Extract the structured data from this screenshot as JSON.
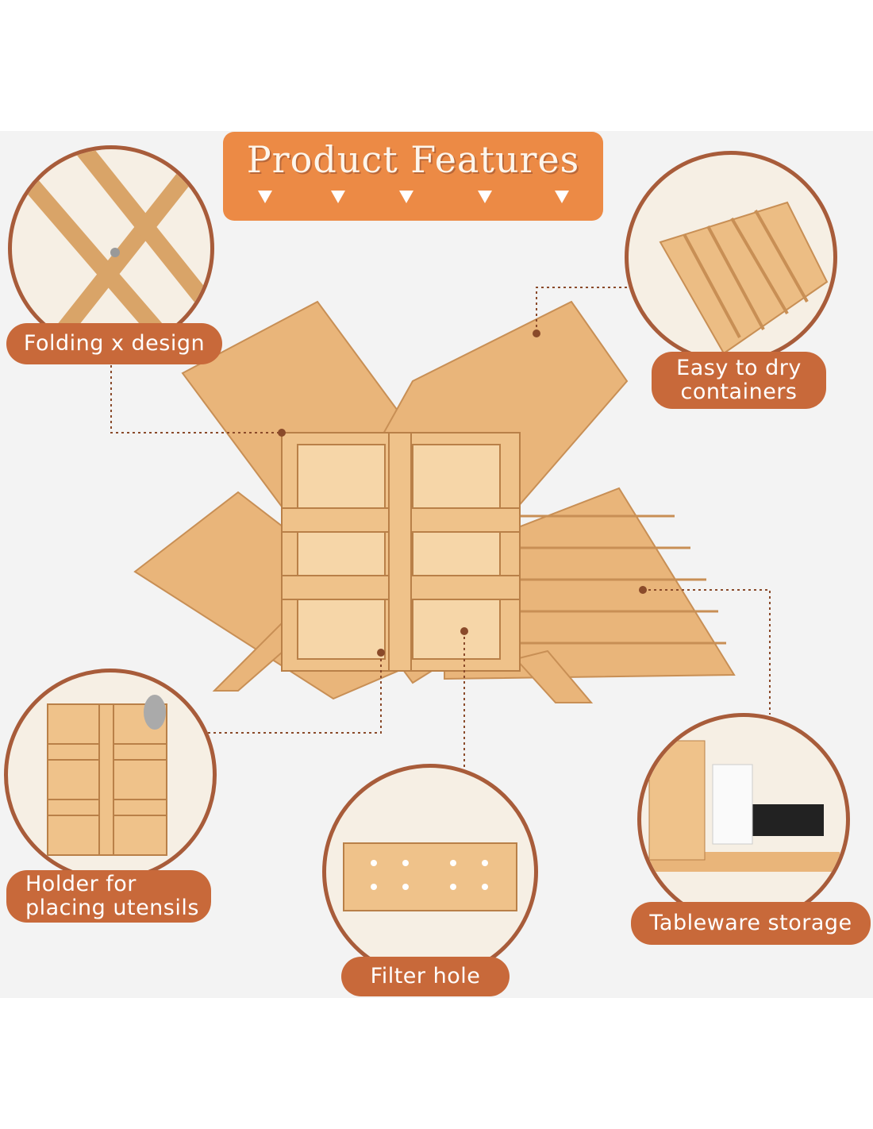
{
  "title": "Product Features",
  "features": [
    {
      "label": "Folding x design"
    },
    {
      "label_line1": "Easy to dry",
      "label_line2": "containers"
    },
    {
      "label_line1": "Holder for",
      "label_line2": "placing utensils"
    },
    {
      "label": "Filter hole"
    },
    {
      "label": "Tableware storage"
    }
  ],
  "colors": {
    "title_bg": "#ec8a45",
    "label_bg": "#c8693a",
    "circle_border": "#a85c3a",
    "wood": "#e9b57a"
  }
}
